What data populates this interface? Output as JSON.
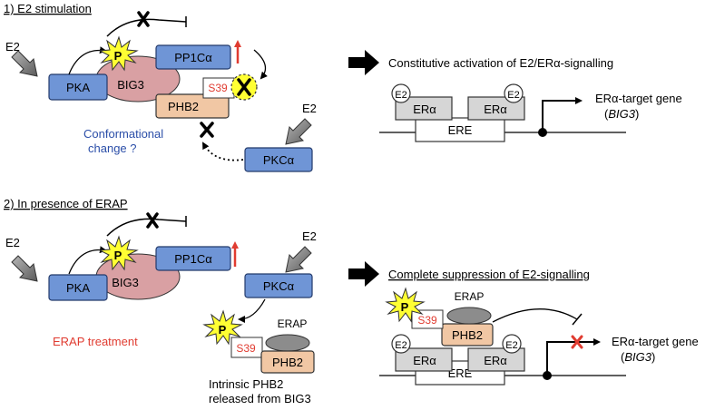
{
  "colors": {
    "blue_box": "#6f95d6",
    "blue_stroke": "#233a6b",
    "pink_ellipse": "#d9a0a3",
    "peach_box": "#f1c7a4",
    "gray_box": "#d6d6d6",
    "gray_oval": "#8c8c8c",
    "red_text": "#e03c31",
    "blue_text": "#2b4ea8",
    "starburst": "#ffff33"
  },
  "panel1": {
    "heading": "1) E2 stimulation",
    "e2_left": "E2",
    "e2_right": "E2",
    "pka": "PKA",
    "big3": "BIG3",
    "pp1c": "PP1Cα",
    "phb2": "PHB2",
    "s39": "S39",
    "pkc": "PKCα",
    "p_label": "P",
    "conformational_line1": "Conformational",
    "conformational_line2": "change ?",
    "result": "Constitutive activation of E2/ERα-signalling",
    "e2_circle_left": "E2",
    "e2_circle_right": "E2",
    "er_left": "ERα",
    "er_right": "ERα",
    "ere": "ERE",
    "target_line1": "ERα-target gene",
    "target_line2_open": "(",
    "target_line2_gene": "BIG3",
    "target_line2_close": ")"
  },
  "panel2": {
    "heading": "2) In presence of ERAP",
    "e2_left": "E2",
    "e2_right": "E2",
    "pka": "PKA",
    "big3": "BIG3",
    "pp1c": "PP1Cα",
    "pkc": "PKCα",
    "p_label": "P",
    "p_label_2": "P",
    "s39": "S39",
    "erap": "ERAP",
    "phb2": "PHB2",
    "treatment": "ERAP treatment",
    "intrinsic_line1": "Intrinsic PHB2",
    "intrinsic_line2": "released from BIG3",
    "result": "Complete suppression of E2-signalling",
    "p_right": "P",
    "s39_right": "S39",
    "erap_right": "ERAP",
    "phb2_right": "PHB2",
    "e2_circle_left": "E2",
    "e2_circle_right": "E2",
    "er_left": "ERα",
    "er_right": "ERα",
    "ere": "ERE",
    "target_line1": "ERα-target gene",
    "target_line2_open": "(",
    "target_line2_gene": "BIG3",
    "target_line2_close": ")"
  }
}
